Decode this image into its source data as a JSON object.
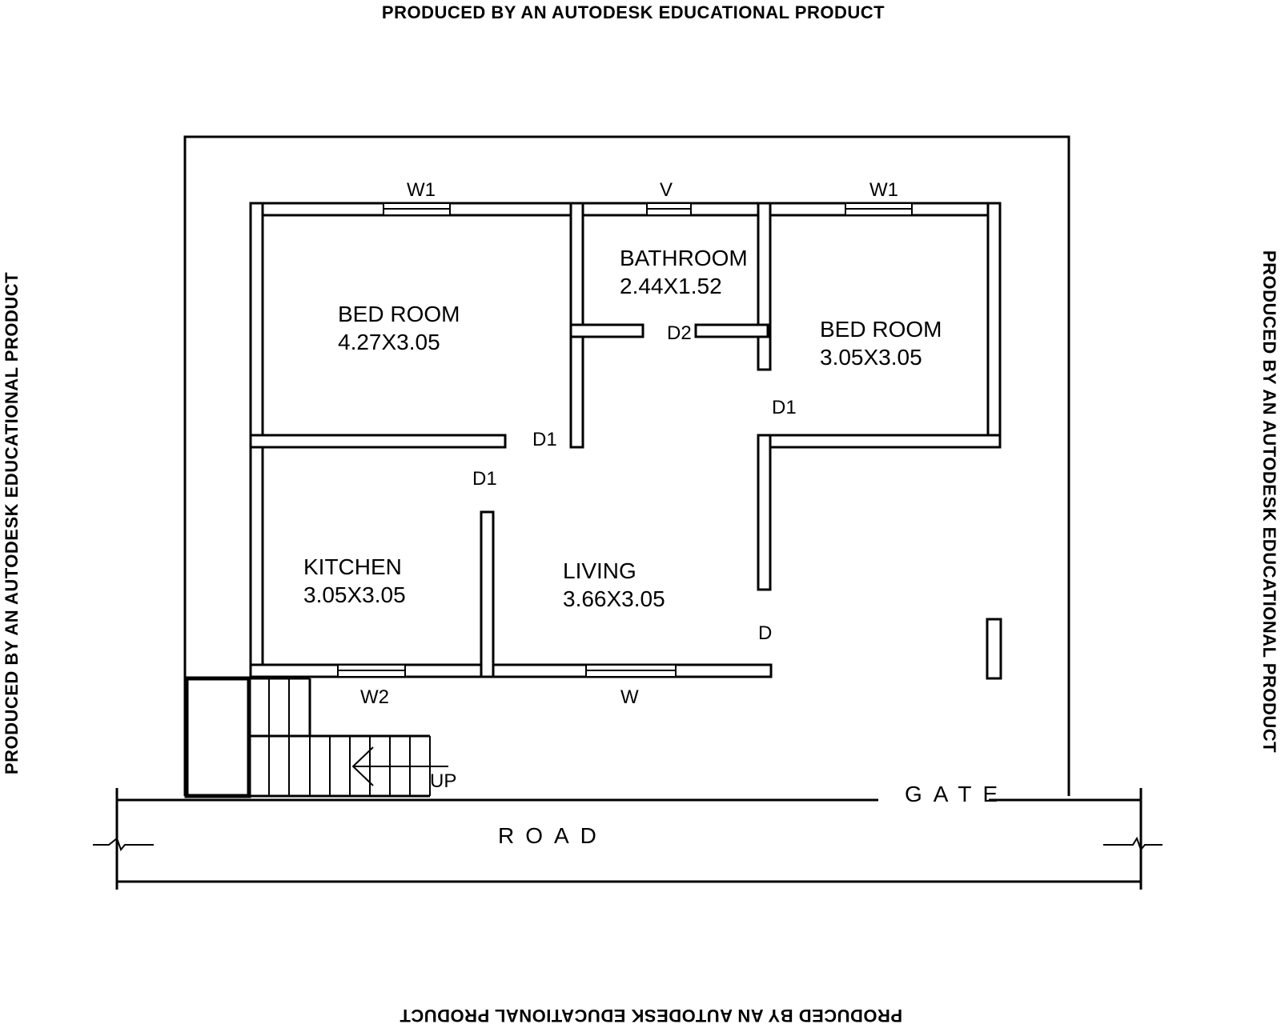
{
  "watermark": "PRODUCED BY AN AUTODESK EDUCATIONAL PRODUCT",
  "rooms": {
    "bed_room_1": {
      "name": "BED ROOM",
      "size": "4.27X3.05"
    },
    "bathroom": {
      "name": "BATHROOM",
      "size": "2.44X1.52"
    },
    "bed_room_2": {
      "name": "BED ROOM",
      "size": "3.05X3.05"
    },
    "kitchen": {
      "name": "KITCHEN",
      "size": "3.05X3.05"
    },
    "living": {
      "name": "LIVING",
      "size": "3.66X3.05"
    }
  },
  "openings": {
    "w1_left": "W1",
    "v": "V",
    "w1_right": "W1",
    "d2": "D2",
    "d1_bedroom1": "D1",
    "d1_kitchen": "D1",
    "d1_bedroom2": "D1",
    "d_main": "D",
    "w2": "W2",
    "w": "W"
  },
  "site": {
    "up": "UP",
    "gate": "GATE",
    "road": "ROAD"
  }
}
